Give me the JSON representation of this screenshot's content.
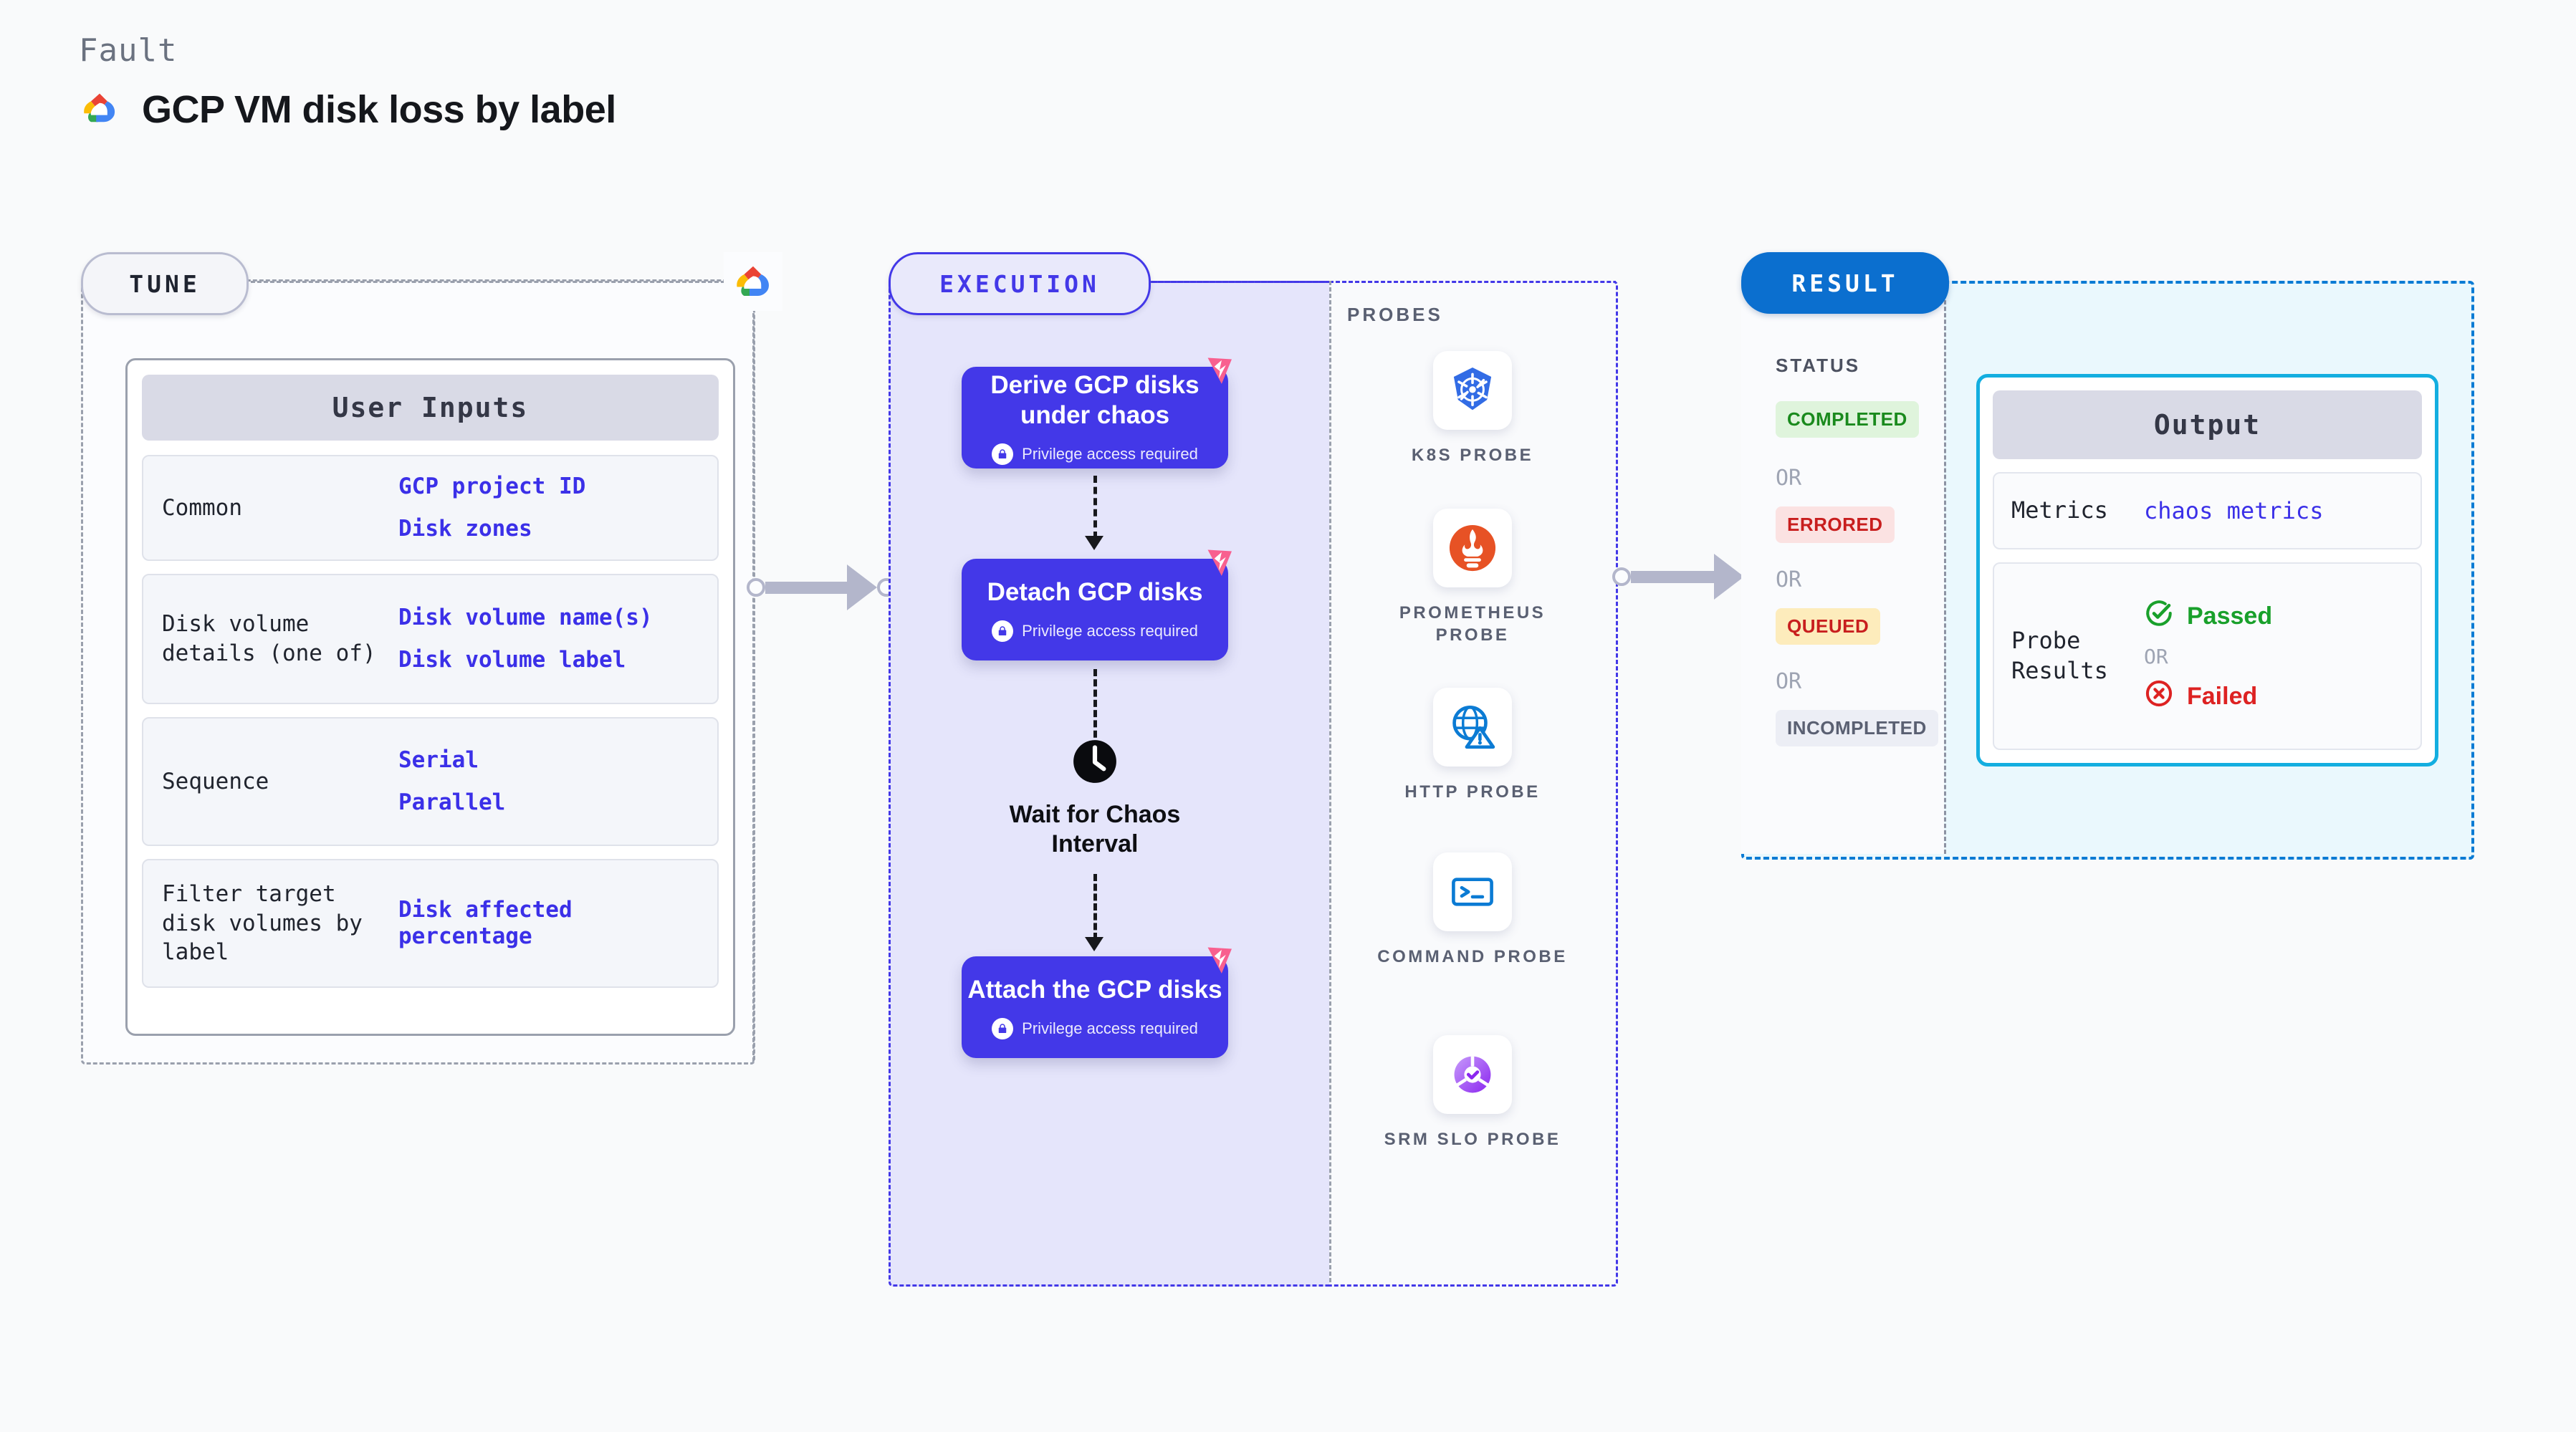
{
  "header": {
    "kicker": "Fault",
    "title": "GCP VM disk loss by label",
    "logo_icon": "gcp-cloud-logo"
  },
  "tune": {
    "badge": "TUNE",
    "provider_icon": "gcp-cloud-logo",
    "card_title": "User Inputs",
    "rows": [
      {
        "key": "Common",
        "values": [
          "GCP project ID",
          "Disk zones"
        ]
      },
      {
        "key": "Disk volume details (one of)",
        "values": [
          "Disk volume name(s)",
          "Disk volume label"
        ]
      },
      {
        "key": "Sequence",
        "values": [
          "Serial",
          "Parallel"
        ]
      },
      {
        "key": "Filter target disk volumes by label",
        "values": [
          "Disk affected percentage"
        ]
      }
    ]
  },
  "execution": {
    "badge": "EXECUTION",
    "privilege_note": "Privilege access required",
    "nodes": [
      {
        "title": "Derive GCP disks under chaos",
        "privilege": true,
        "chaos_badge": true
      },
      {
        "title": "Detach GCP disks",
        "privilege": true,
        "chaos_badge": true
      },
      {
        "title": "Attach the GCP disks",
        "privilege": true,
        "chaos_badge": true
      }
    ],
    "wait": {
      "label": "Wait for Chaos Interval",
      "icon": "clock-icon"
    }
  },
  "probes": {
    "label": "PROBES",
    "items": [
      {
        "name": "K8S PROBE",
        "icon": "kubernetes-icon"
      },
      {
        "name": "PROMETHEUS PROBE",
        "icon": "prometheus-icon"
      },
      {
        "name": "HTTP PROBE",
        "icon": "http-globe-warning-icon"
      },
      {
        "name": "COMMAND PROBE",
        "icon": "terminal-icon"
      },
      {
        "name": "SRM SLO PROBE",
        "icon": "srm-slo-donut-icon"
      }
    ]
  },
  "result": {
    "badge": "RESULT",
    "status_label": "STATUS",
    "or_text": "OR",
    "statuses": [
      {
        "label": "COMPLETED",
        "color": "#1a8a1d",
        "bg": "#dff4dc"
      },
      {
        "label": "ERRORED",
        "color": "#c81e1e",
        "bg": "#fbe2e2"
      },
      {
        "label": "QUEUED",
        "color": "#c81e1e",
        "bg": "#fdecbc"
      },
      {
        "label": "INCOMPLETED",
        "color": "#5a6072",
        "bg": "#eceef5"
      }
    ],
    "output": {
      "title": "Output",
      "metrics_key": "Metrics",
      "metrics_value": "chaos metrics",
      "probe_results_key": "Probe Results",
      "passed": "Passed",
      "failed": "Failed",
      "or_text": "OR"
    }
  },
  "colors": {
    "accent_indigo": "#4338e8",
    "accent_blue": "#0b6fcf",
    "accent_cyan": "#13aee0",
    "chaos_pink": "#f8608f"
  }
}
